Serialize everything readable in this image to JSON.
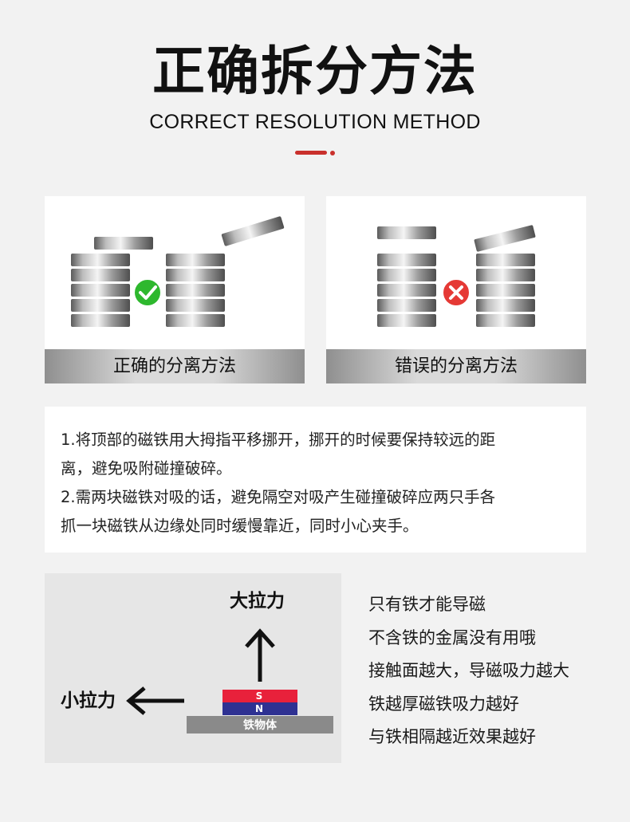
{
  "header": {
    "title": "正确拆分方法",
    "subtitle": "CORRECT RESOLUTION METHOD"
  },
  "panels": {
    "correct": {
      "caption": "正确的分离方法",
      "icon": "check-icon",
      "icon_color": "#2eb82e"
    },
    "wrong": {
      "caption": "错误的分离方法",
      "icon": "cross-icon",
      "icon_color": "#e53935"
    }
  },
  "instructions": {
    "lines": [
      "1.将顶部的磁铁用大拇指平移挪开，挪开的时候要保持较远的距",
      "离，避免吸附碰撞破碎。",
      "2.需两块磁铁对吸的话，避免隔空对吸产生碰撞破碎应两只手各",
      "抓一块磁铁从边缘处同时缓慢靠近，同时小心夹手。"
    ]
  },
  "diagram": {
    "big_pull": "大拉力",
    "small_pull": "小拉力",
    "pole_s": "S",
    "pole_n": "N",
    "base": "铁物体",
    "colors": {
      "pole_s": "#e8213b",
      "pole_n": "#2e3192",
      "base": "#8a8a8a"
    }
  },
  "facts": [
    "只有铁才能导磁",
    "不含铁的金属没有用哦",
    "接触面越大，导磁吸力越大",
    "铁越厚磁铁吸力越好",
    "与铁相隔越近效果越好"
  ],
  "colors": {
    "accent": "#c9302c",
    "background": "#f2f2f2"
  }
}
